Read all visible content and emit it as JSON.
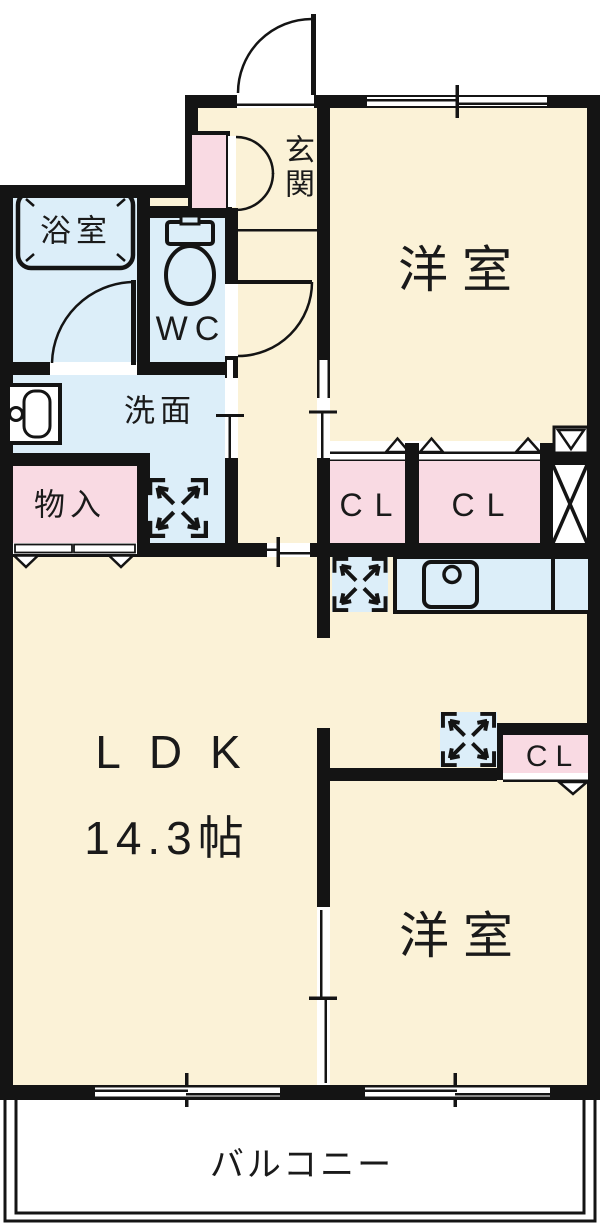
{
  "labels": {
    "bathroom": "浴室",
    "toilet": "WC",
    "washroom": "洗面",
    "storage": "物入",
    "entrance": "玄関",
    "bedroom_upper": "洋室",
    "bedroom_lower": "洋室",
    "closet_upper_left": "CL",
    "closet_upper_right": "CL",
    "closet_lower": "CL",
    "ldk_name": "LDK",
    "ldk_area": "14.3帖",
    "balcony": "バルコニー"
  },
  "colors": {
    "wall": "#141414",
    "cream": "#FBF2D7",
    "blue": "#DCEEF9",
    "pink": "#F9DAE3",
    "white": "#FFFFFF"
  }
}
